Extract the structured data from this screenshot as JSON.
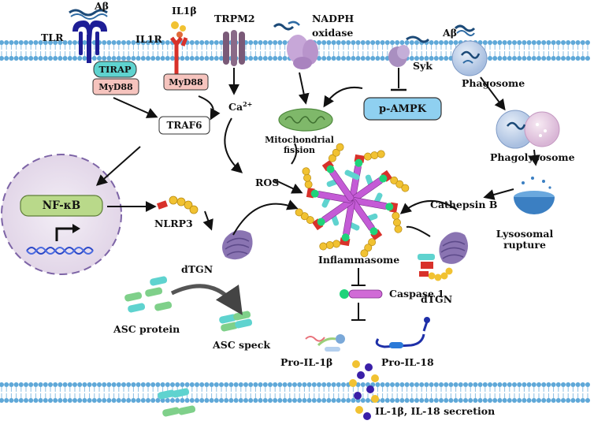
{
  "receptors": {
    "tlr": "TLR",
    "ab_top_left": "Aβ",
    "il1b_ligand": "IL1β",
    "il1r": "IL1R",
    "trpm2": "TRPM2",
    "nadph": "NADPH",
    "oxidase": "oxidase",
    "syk": "Syk",
    "ab_top_right": "Aβ"
  },
  "adaptors": {
    "tirap": "TIRAP",
    "myd88_tlr": "MyD88",
    "myd88_il1r": "MyD88",
    "traf6": "TRAF6",
    "p_ampk": "p-AMPK"
  },
  "signals": {
    "calcium": "Ca",
    "calcium_sup": "2+",
    "ros": "ROS",
    "mito_fission_1": "Mitochondrial",
    "mito_fission_2": "fission",
    "nfkb": "NF-κB",
    "nlrp3": "NLRP3",
    "dtgn_left": "dTGN",
    "dtgn_right": "dTGN",
    "asc_protein": "ASC protein",
    "asc_speck": "ASC speck"
  },
  "lysosomal_path": {
    "phagosome": "Phagosome",
    "phagolysosome": "Phagolysosome",
    "cathepsin": "Cathepsin B",
    "lysosomal": "Lysosomal",
    "rupture": "rupture"
  },
  "inflammasome": {
    "label": "Inflammasome",
    "caspase": "Caspase 1",
    "pro_il1b": "Pro-IL-1β",
    "pro_il18": "Pro-IL-18",
    "secretion": "IL-1β, IL-18 secretion"
  },
  "colors": {
    "membrane_head": "#5fa8d8",
    "tlr_receptor": "#1e1e96",
    "il1r_receptor": "#d8312a",
    "tirap_fill": "#5fd3cf",
    "myd88_fill": "#f6c4be",
    "p_ampk_fill": "#8fd0f0",
    "nfkb_fill": "#b9d98a",
    "nucleus_fill": "#ebe3ef",
    "inflammasome_spoke": "#c45bd6",
    "nlrp3_bead": "#f1c232",
    "caspase_bar": "#d06ad6",
    "secretion_dot_gold": "#f1c232",
    "secretion_dot_blue": "#3a1fa8"
  }
}
